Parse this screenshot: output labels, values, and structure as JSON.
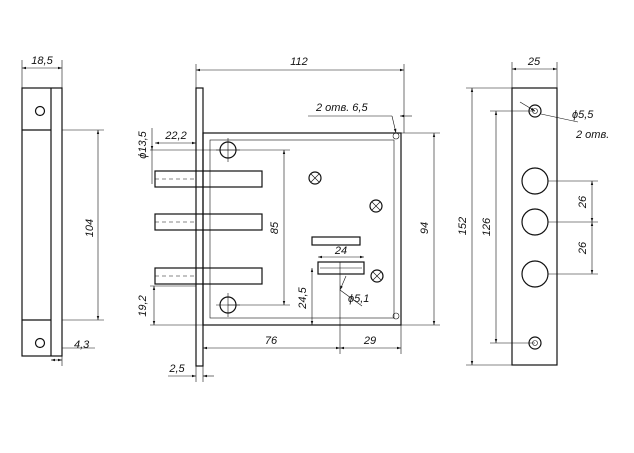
{
  "dimensions": {
    "left_width": "18,5",
    "left_height": "104",
    "left_offset": "4,3",
    "body_width": "112",
    "holes_note_top": "2 отв. 6,5",
    "hole_dia_side": "ϕ13,5",
    "bolt_extent": "22,2",
    "body_height_inner": "85",
    "body_height": "94",
    "bottom_offset": "19,2",
    "key_width": "24",
    "key_height": "24,5",
    "key_hole": "ϕ5,1",
    "bottom_left": "76",
    "bottom_right": "29",
    "plate_thickness": "2,5",
    "faceplate_width": "25",
    "faceplate_height": "152",
    "faceplate_inner": "126",
    "faceplate_hole": "ϕ5,5",
    "faceplate_holes_note": "2 отв.",
    "bolt_pitch_1": "26",
    "bolt_pitch_2": "26"
  }
}
